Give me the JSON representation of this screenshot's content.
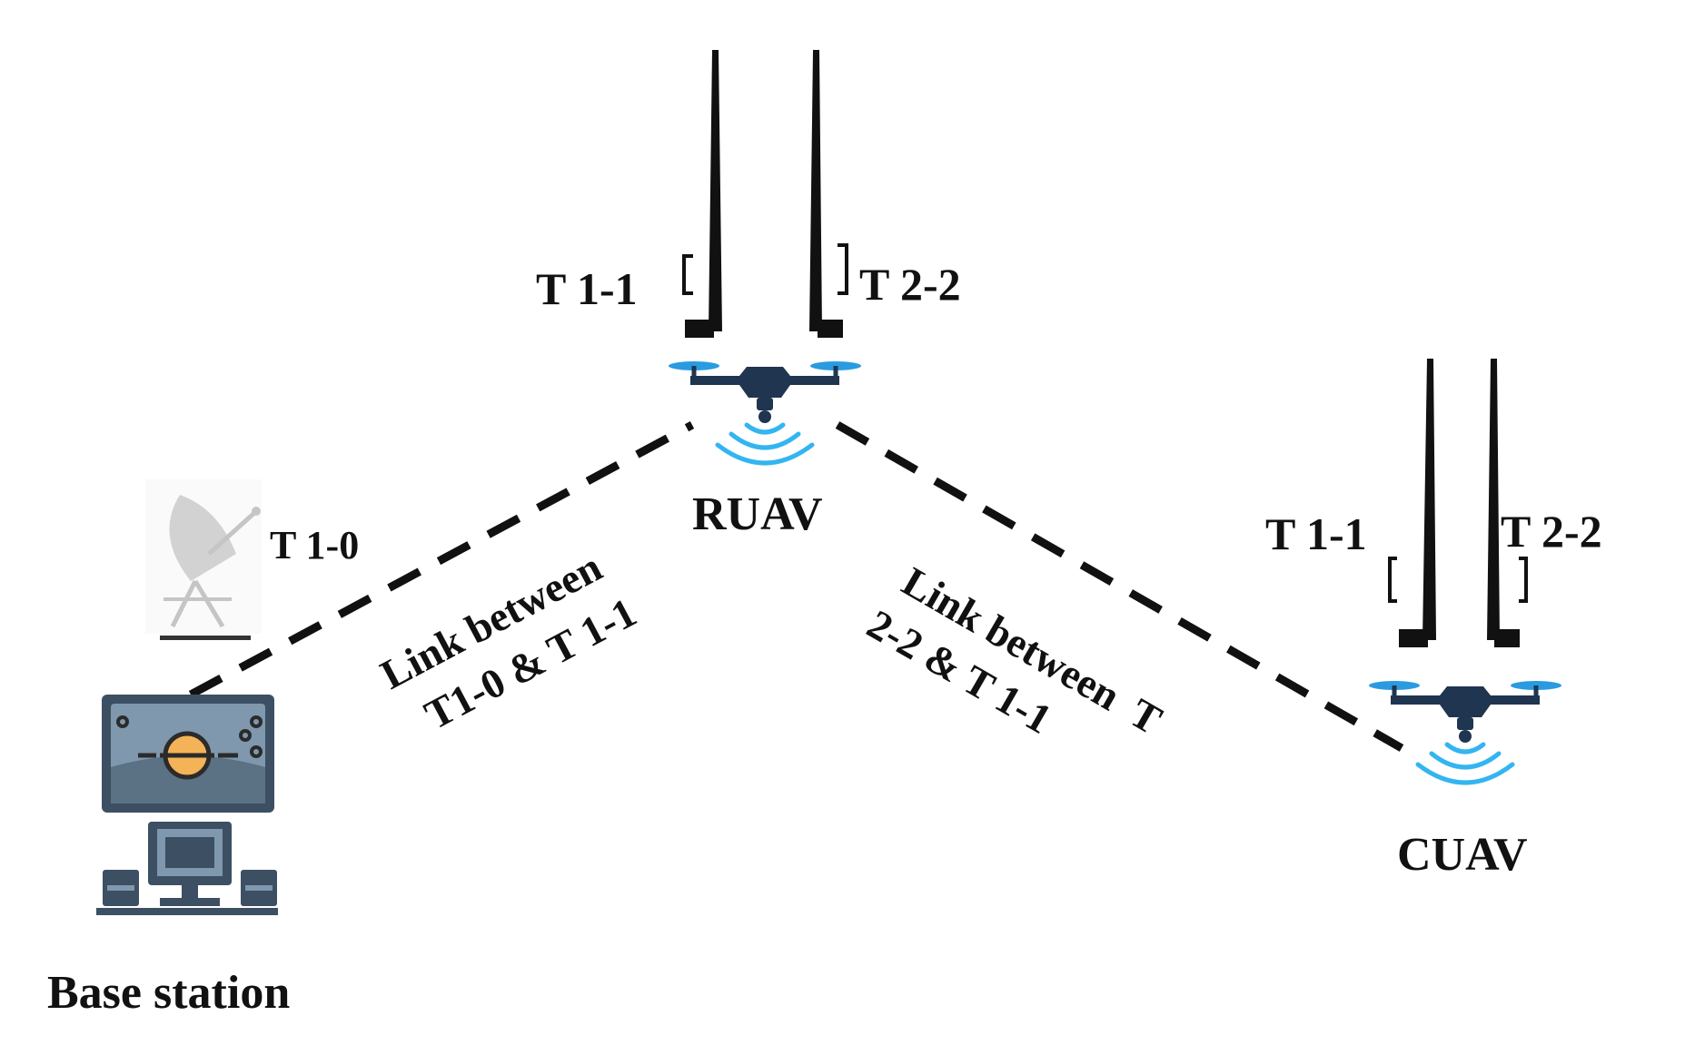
{
  "nodes": {
    "base_station": {
      "label": "Base station",
      "antenna_label": "T 1-0"
    },
    "ruav": {
      "label": "RUAV",
      "antenna_left_label": "T 1-1",
      "antenna_right_label": "T 2-2"
    },
    "cuav": {
      "label": "CUAV",
      "antenna_left_label": "T 1-1",
      "antenna_right_label": "T 2-2"
    }
  },
  "links": [
    {
      "line1": "Link between",
      "line2": "T1-0 & T 1-1"
    },
    {
      "line1": "Link between  T",
      "line2": "2-2 & T 1-1"
    }
  ],
  "colors": {
    "line": "#111111",
    "drone_body": "#1f3550",
    "propeller": "#2a9be0",
    "signal": "#33b5f0",
    "monitor": "#3d4f62",
    "monitor_screen": "#7f98ad",
    "satellite_globe": "#f4b357"
  }
}
